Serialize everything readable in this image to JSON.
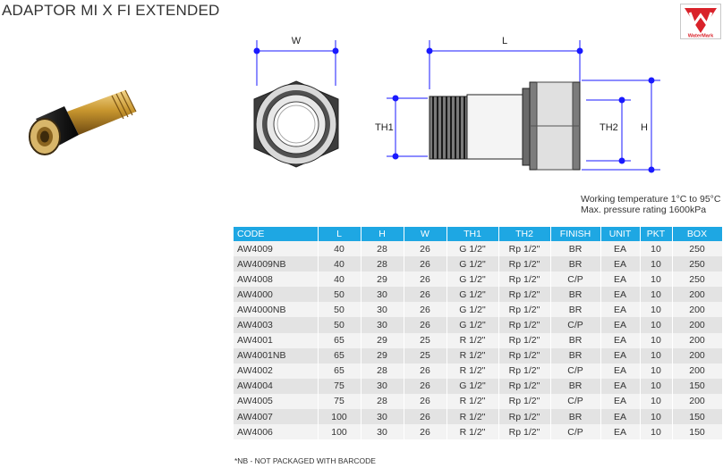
{
  "title": "ADAPTOR MI X FI EXTENDED",
  "logo": {
    "text": "WaterMark",
    "color": "#d9222a"
  },
  "dimensions": {
    "w": "W",
    "l": "L",
    "th1": "TH1",
    "th2": "TH2",
    "h": "H"
  },
  "specs": {
    "working_temperature": "Working temperature 1°C to 95°C",
    "max_pressure": "Max. pressure rating 1600kPa"
  },
  "table": {
    "headers": [
      "CODE",
      "L",
      "H",
      "W",
      "TH1",
      "TH2",
      "FINISH",
      "UNIT",
      "PKT",
      "BOX"
    ],
    "rows": [
      [
        "AW4009",
        "40",
        "28",
        "26",
        "G 1/2\"",
        "Rp 1/2\"",
        "BR",
        "EA",
        "10",
        "250"
      ],
      [
        "AW4009NB",
        "40",
        "28",
        "26",
        "G 1/2\"",
        "Rp 1/2\"",
        "BR",
        "EA",
        "10",
        "250"
      ],
      [
        "AW4008",
        "40",
        "29",
        "26",
        "G 1/2\"",
        "Rp 1/2\"",
        "C/P",
        "EA",
        "10",
        "250"
      ],
      [
        "AW4000",
        "50",
        "30",
        "26",
        "G 1/2\"",
        "Rp 1/2\"",
        "BR",
        "EA",
        "10",
        "200"
      ],
      [
        "AW4000NB",
        "50",
        "30",
        "26",
        "G 1/2\"",
        "Rp 1/2\"",
        "BR",
        "EA",
        "10",
        "200"
      ],
      [
        "AW4003",
        "50",
        "30",
        "26",
        "G 1/2\"",
        "Rp 1/2\"",
        "C/P",
        "EA",
        "10",
        "200"
      ],
      [
        "AW4001",
        "65",
        "29",
        "25",
        "R 1/2\"",
        "Rp 1/2\"",
        "BR",
        "EA",
        "10",
        "200"
      ],
      [
        "AW4001NB",
        "65",
        "29",
        "25",
        "R 1/2\"",
        "Rp 1/2\"",
        "BR",
        "EA",
        "10",
        "200"
      ],
      [
        "AW4002",
        "65",
        "28",
        "26",
        "R 1/2\"",
        "Rp 1/2\"",
        "C/P",
        "EA",
        "10",
        "200"
      ],
      [
        "AW4004",
        "75",
        "30",
        "26",
        "G 1/2\"",
        "Rp 1/2\"",
        "BR",
        "EA",
        "10",
        "150"
      ],
      [
        "AW4005",
        "75",
        "28",
        "26",
        "R 1/2\"",
        "Rp 1/2\"",
        "C/P",
        "EA",
        "10",
        "200"
      ],
      [
        "AW4007",
        "100",
        "30",
        "26",
        "R 1/2\"",
        "Rp 1/2\"",
        "BR",
        "EA",
        "10",
        "150"
      ],
      [
        "AW4006",
        "100",
        "30",
        "26",
        "R 1/2\"",
        "Rp 1/2\"",
        "C/P",
        "EA",
        "10",
        "150"
      ]
    ]
  },
  "footnote": "*NB - NOT PACKAGED WITH BARCODE",
  "colors": {
    "header": "#1ea7e3",
    "dimension_line": "#1a1aff",
    "row_alt": "#e3e3e3"
  }
}
